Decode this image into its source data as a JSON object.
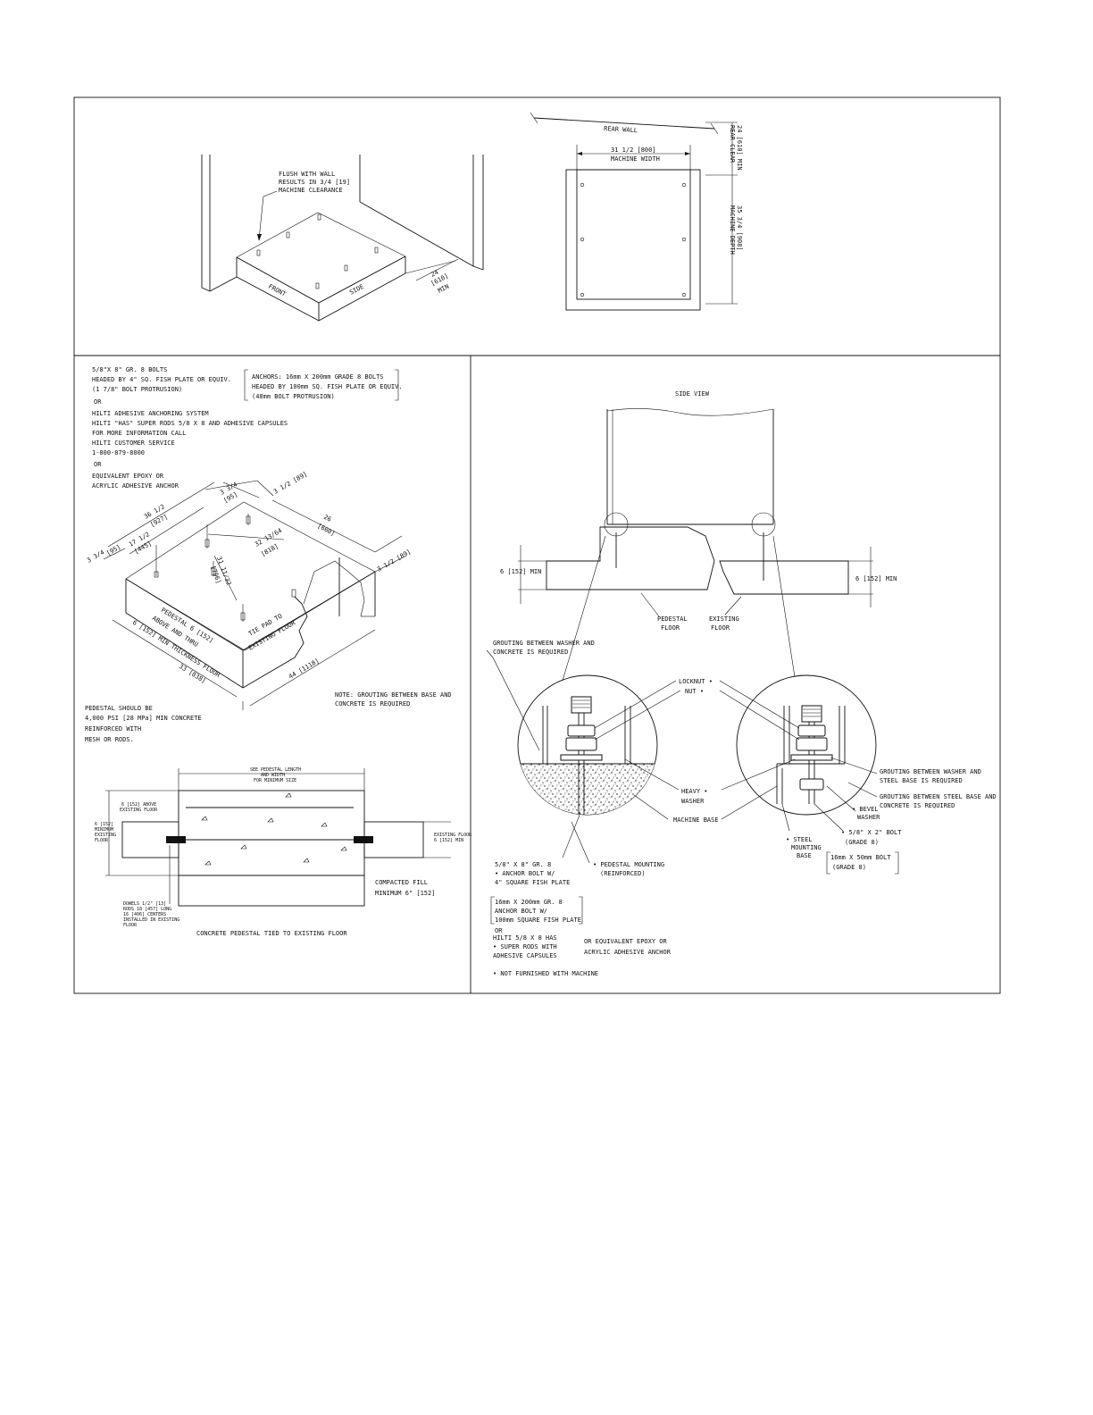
{
  "top_left": {
    "callout": [
      "FLUSH WITH WALL",
      "RESULTS IN 3/4 [19]",
      "MACHINE CLEARANCE"
    ],
    "front": "FRONT",
    "side": "SIDE",
    "min_dim": [
      "24",
      "[610]",
      "MIN"
    ]
  },
  "top_right": {
    "rear_wall": "REAR WALL",
    "machine_width": [
      "31 1/2 [800]",
      "MACHINE WIDTH"
    ],
    "rear_clear": [
      "24 [610] MIN",
      "REAR CLEAR"
    ],
    "machine_depth": [
      "35 3/4 [908]",
      "MACHINE DEPTH"
    ]
  },
  "mid_left": {
    "bolts": [
      "5/8\"X 8\" GR. 8 BOLTS",
      "HEADED BY 4\" SQ. FISH PLATE OR EQUIV.",
      "(1 7/8\" BOLT PROTRUSION)",
      "OR",
      "HILTI ADHESIVE ANCHORING SYSTEM",
      "HILTI \"HAS\" SUPER RODS 5/8 X 8 AND ADHESIVE CAPSULES",
      "FOR MORE INFORMATION CALL",
      "HILTI CUSTOMER SERVICE",
      "1-800-879-8000",
      "OR",
      "EQUIVALENT EPOXY OR",
      "ACRYLIC ADHESIVE ANCHOR"
    ],
    "anchors_box": [
      "ANCHORS: 16mm X 200mm GRADE 8 BOLTS",
      "HEADED BY 100mm SQ. FISH PLATE OR EQUIV.",
      "(48mm BOLT PROTRUSION)"
    ],
    "dims": {
      "d3_3_4": "3 3/4",
      "d95": "[95]",
      "d3_1_2a": "3 1/2 [89]",
      "d36_1_2": "36 1/2",
      "d927": "[927]",
      "d26": "26",
      "d660": "[660]",
      "d17_1_2": "17 1/2",
      "d445": "[445]",
      "d3_3_4b": "3 3/4",
      "d95b": "[95]",
      "d32": "32 13/64",
      "d818": "[818]",
      "d31": "31 11/32",
      "d796": "[796]",
      "d3_1_2b": "3 1/2 [89]",
      "d33": "33 [838]",
      "d44": "44 [1118]"
    },
    "pedestal": [
      "PEDESTAL 6 [152]",
      "ABOVE AND THRU",
      "6 [152] MIN THICKNESS FLOOR"
    ],
    "tie_pad": [
      "TIE PAD TO",
      "EXISTING FLOOR"
    ],
    "note": [
      "NOTE: GROUTING BETWEEN BASE AND",
      "CONCRETE IS REQUIRED"
    ],
    "pedestal_spec": [
      "PEDESTAL SHOULD BE",
      "4,000 PSI [28 MPa] MIN CONCRETE",
      "REINFORCED WITH",
      "MESH OR RODS."
    ]
  },
  "section": {
    "top_label": [
      "SEE PEDESTAL LENGTH",
      "AND WIDTH",
      "FOR MINIMUM SIZE"
    ],
    "left_top_label": [
      "6 [152] ABOVE",
      "EXISTING FLOOR"
    ],
    "left_mid_label": [
      "6 [152]",
      "MINIMUM",
      "EXISTING",
      "FLOOR"
    ],
    "right_label": [
      "EXISTING FLOOR",
      "6 [152] MIN"
    ],
    "fill": [
      "COMPACTED FILL",
      "MINIMUM 6\" [152]"
    ],
    "bottom_left_label": [
      "DOWELS 1/2\" [13]",
      "RODS 18 [457] LONG",
      "16 [406] CENTERS",
      "INSTALLED IN EXISTING",
      "FLOOR"
    ],
    "caption": "CONCRETE PEDESTAL TIED TO EXISTING FLOOR"
  },
  "side_view": {
    "title": "SIDE VIEW",
    "left_dim": "6 [152] MIN",
    "right_dim": "6 [152] MIN",
    "pedestal_floor": [
      "PEDESTAL",
      "FLOOR"
    ],
    "existing_floor": [
      "EXISTING",
      "FLOOR"
    ],
    "grouting_washer": [
      "GROUTING BETWEEN WASHER AND",
      "CONCRETE IS REQUIRED"
    ],
    "locknut": "LOCKNUT •",
    "nut": "NUT •",
    "grouting_steel": [
      "GROUTING BETWEEN WASHER AND",
      "STEEL BASE IS REQUIRED"
    ],
    "grouting_concrete": [
      "GROUTING BETWEEN STEEL BASE AND",
      "CONCRETE IS REQUIRED"
    ],
    "heavy_washer": [
      "HEAVY •",
      "WASHER"
    ],
    "bevel_washer": [
      "• BEVEL",
      "WASHER"
    ],
    "machine_base": "MACHINE BASE",
    "bolt_5_8x2": [
      "• 5/8\" X 2\" BOLT",
      "(GRADE 8)"
    ],
    "steel_base": [
      "• STEEL",
      "MOUNTING",
      "BASE"
    ],
    "bolt_16x50": [
      "16mm X 50mm BOLT",
      "(GRADE 8)"
    ],
    "anchor_bolt": [
      "5/8\" X 8\" GR. 8",
      "• ANCHOR BOLT W/",
      "4\" SQUARE FISH PLATE"
    ],
    "pedestal_mounting": [
      "• PEDESTAL MOUNTING",
      "(REINFORCED)"
    ],
    "anchor_box": [
      "16mm X 200mm GR. 8",
      "ANCHOR BOLT W/",
      "100mm SQUARE FISH PLATE"
    ],
    "or1": "OR",
    "hilti": [
      "HILTI 5/8 X 8 HAS",
      "• SUPER RODS WITH",
      "ADHESIVE CAPSULES"
    ],
    "equiv": [
      "OR EQUIVALENT EPOXY OR",
      "ACRYLIC ADHESIVE ANCHOR"
    ],
    "not_furnished": "• NOT FURNISHED WITH MACHINE"
  }
}
